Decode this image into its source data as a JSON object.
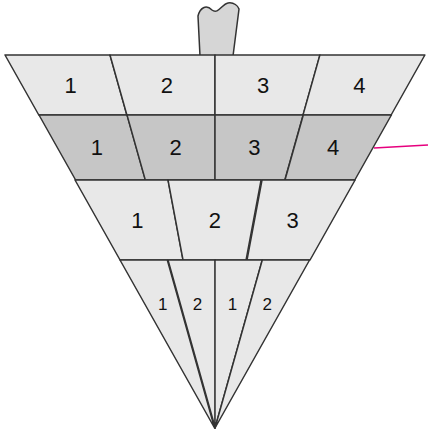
{
  "diagram": {
    "nodes": [
      {
        "text": [
          "1"
        ]
      },
      {
        "text": [
          "2"
        ]
      },
      {
        "text": [
          "3"
        ]
      },
      {
        "text": [
          "4"
        ]
      },
      {
        "text": [
          "1"
        ]
      },
      {
        "text": [
          "2"
        ]
      },
      {
        "text": [
          "3"
        ]
      },
      {
        "text": [
          "4"
        ]
      },
      {
        "text": [
          "1"
        ]
      },
      {
        "text": [
          "2"
        ]
      },
      {
        "text": [
          "3"
        ]
      },
      {
        "text": [
          "1"
        ]
      },
      {
        "text": [
          "2"
        ]
      },
      {
        "text": [
          "1"
        ]
      },
      {
        "text": [
          "2"
        ]
      }
    ]
  }
}
